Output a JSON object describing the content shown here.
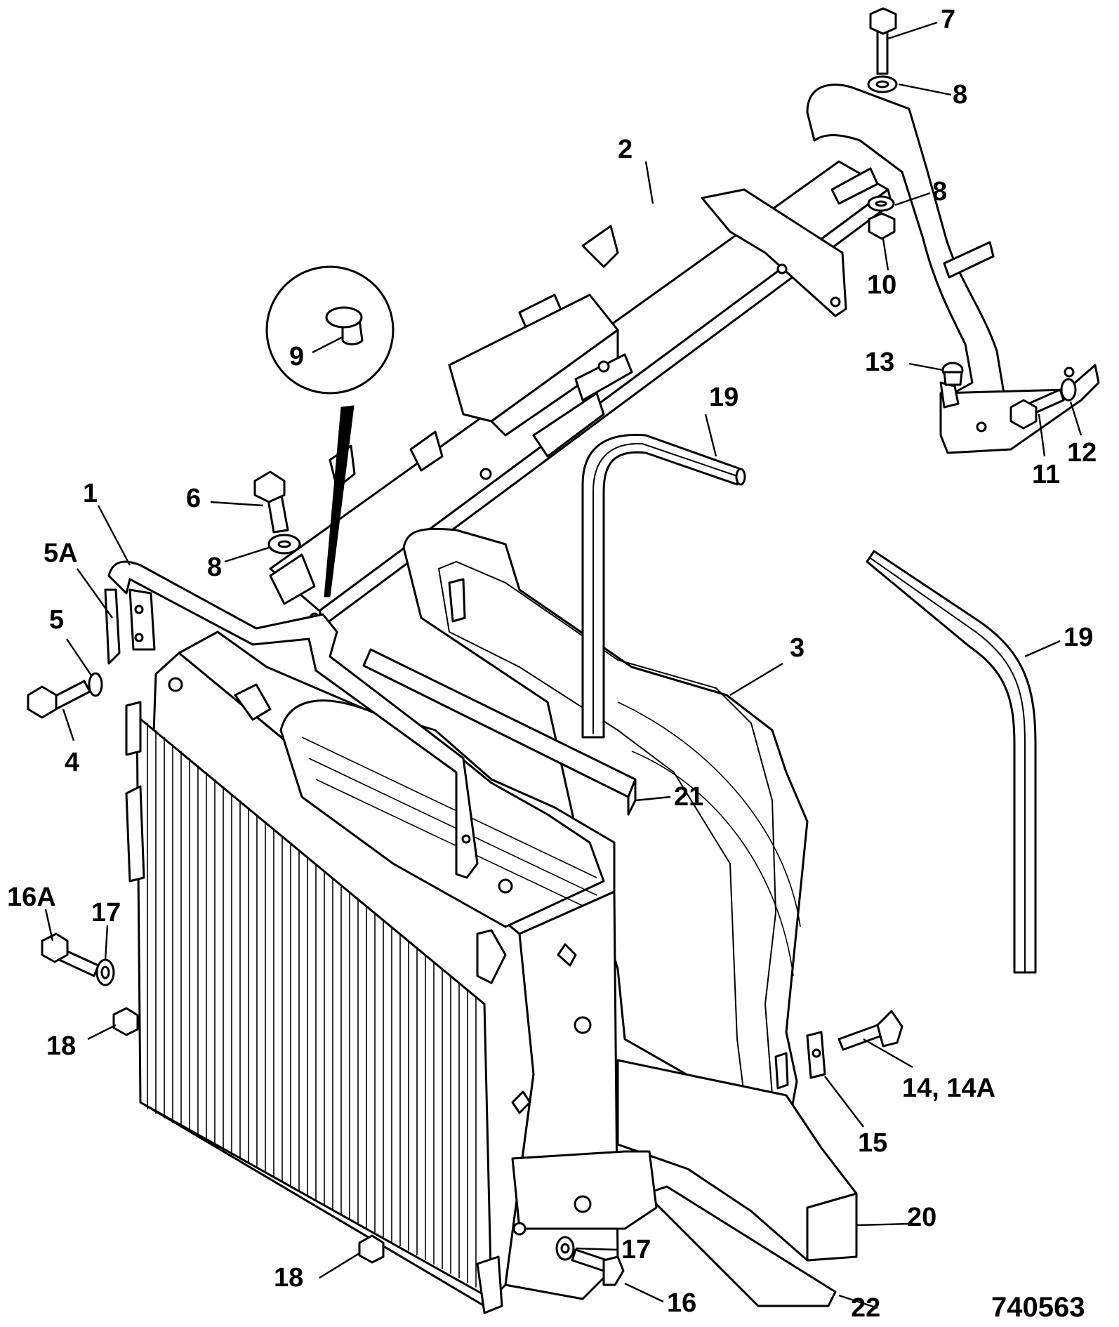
{
  "diagram": {
    "drawing_number": "740563",
    "callouts": [
      {
        "id": "c1",
        "label": "1"
      },
      {
        "id": "c2",
        "label": "2"
      },
      {
        "id": "c3",
        "label": "3"
      },
      {
        "id": "c4",
        "label": "4"
      },
      {
        "id": "c5",
        "label": "5"
      },
      {
        "id": "c5a",
        "label": "5A"
      },
      {
        "id": "c6",
        "label": "6"
      },
      {
        "id": "c7",
        "label": "7"
      },
      {
        "id": "c8a",
        "label": "8"
      },
      {
        "id": "c8b",
        "label": "8"
      },
      {
        "id": "c8c",
        "label": "8"
      },
      {
        "id": "c9",
        "label": "9"
      },
      {
        "id": "c10",
        "label": "10"
      },
      {
        "id": "c11",
        "label": "11"
      },
      {
        "id": "c12",
        "label": "12"
      },
      {
        "id": "c13",
        "label": "13"
      },
      {
        "id": "c14",
        "label": "14, 14A"
      },
      {
        "id": "c15",
        "label": "15"
      },
      {
        "id": "c16",
        "label": "16"
      },
      {
        "id": "c16a",
        "label": "16A"
      },
      {
        "id": "c17a",
        "label": "17"
      },
      {
        "id": "c17b",
        "label": "17"
      },
      {
        "id": "c18a",
        "label": "18"
      },
      {
        "id": "c18b",
        "label": "18"
      },
      {
        "id": "c19a",
        "label": "19"
      },
      {
        "id": "c19b",
        "label": "19"
      },
      {
        "id": "c20",
        "label": "20"
      },
      {
        "id": "c21",
        "label": "21"
      },
      {
        "id": "c22",
        "label": "22"
      }
    ]
  }
}
